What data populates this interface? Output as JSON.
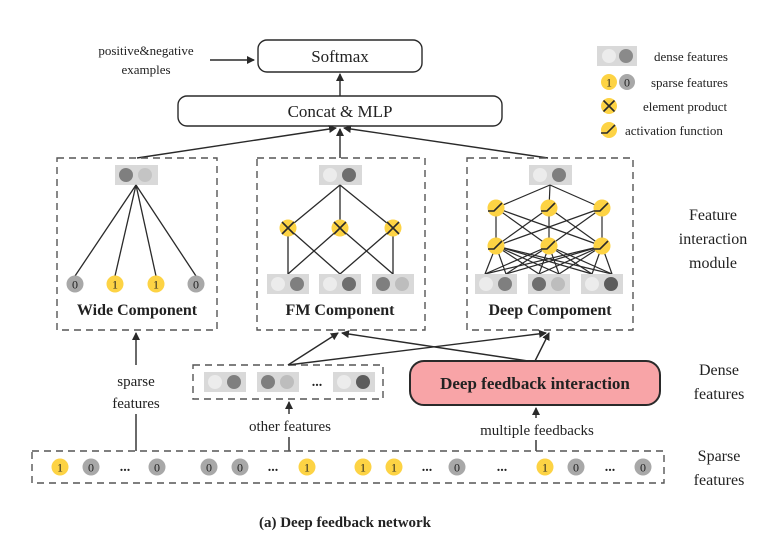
{
  "colors": {
    "yellow": "#fdd344",
    "gray_sparse": "#a8a8a8",
    "dense_bg": "#d9d9d9",
    "dense_light": "#ececec",
    "dense_mid": "#bdbdbd",
    "dense_dark": "#6e6e6e",
    "dense_darker": "#5c5c5c",
    "pink": "#f8a4a7",
    "line": "#2a2a2a"
  },
  "top": {
    "softmax_label": "Softmax",
    "concat_label": "Concat & MLP",
    "pos_neg_line1": "positive&negative",
    "pos_neg_line2": "examples"
  },
  "legend": {
    "dense": "dense features",
    "sparse": "sparse features",
    "product": "element product",
    "activation": "activation function",
    "sparse_one": "1",
    "sparse_zero": "0"
  },
  "components": {
    "wide": {
      "title": "Wide Component",
      "inputs": [
        "0",
        "1",
        "1",
        "0"
      ]
    },
    "fm": {
      "title": "FM Component"
    },
    "deep": {
      "title": "Deep Compoment"
    }
  },
  "middle": {
    "sparse_label_line1": "sparse",
    "sparse_label_line2": "features",
    "ellipsis": "...",
    "other_features": "other features",
    "feedback_box": "Deep feedback interaction",
    "multiple_feedbacks": "multiple feedbacks"
  },
  "sparse_row": {
    "items": [
      "1",
      "0",
      "...",
      "0",
      "0",
      "0",
      "...",
      "1",
      "1",
      "1",
      "...",
      "0",
      "...",
      "1",
      "0",
      "...",
      "0"
    ]
  },
  "side_labels": {
    "module_line1": "Feature",
    "module_line2": "interaction",
    "module_line3": "module",
    "dense_line1": "Dense",
    "dense_line2": "features",
    "sparse_line1": "Sparse",
    "sparse_line2": "features"
  },
  "caption": "(a) Deep feedback network"
}
